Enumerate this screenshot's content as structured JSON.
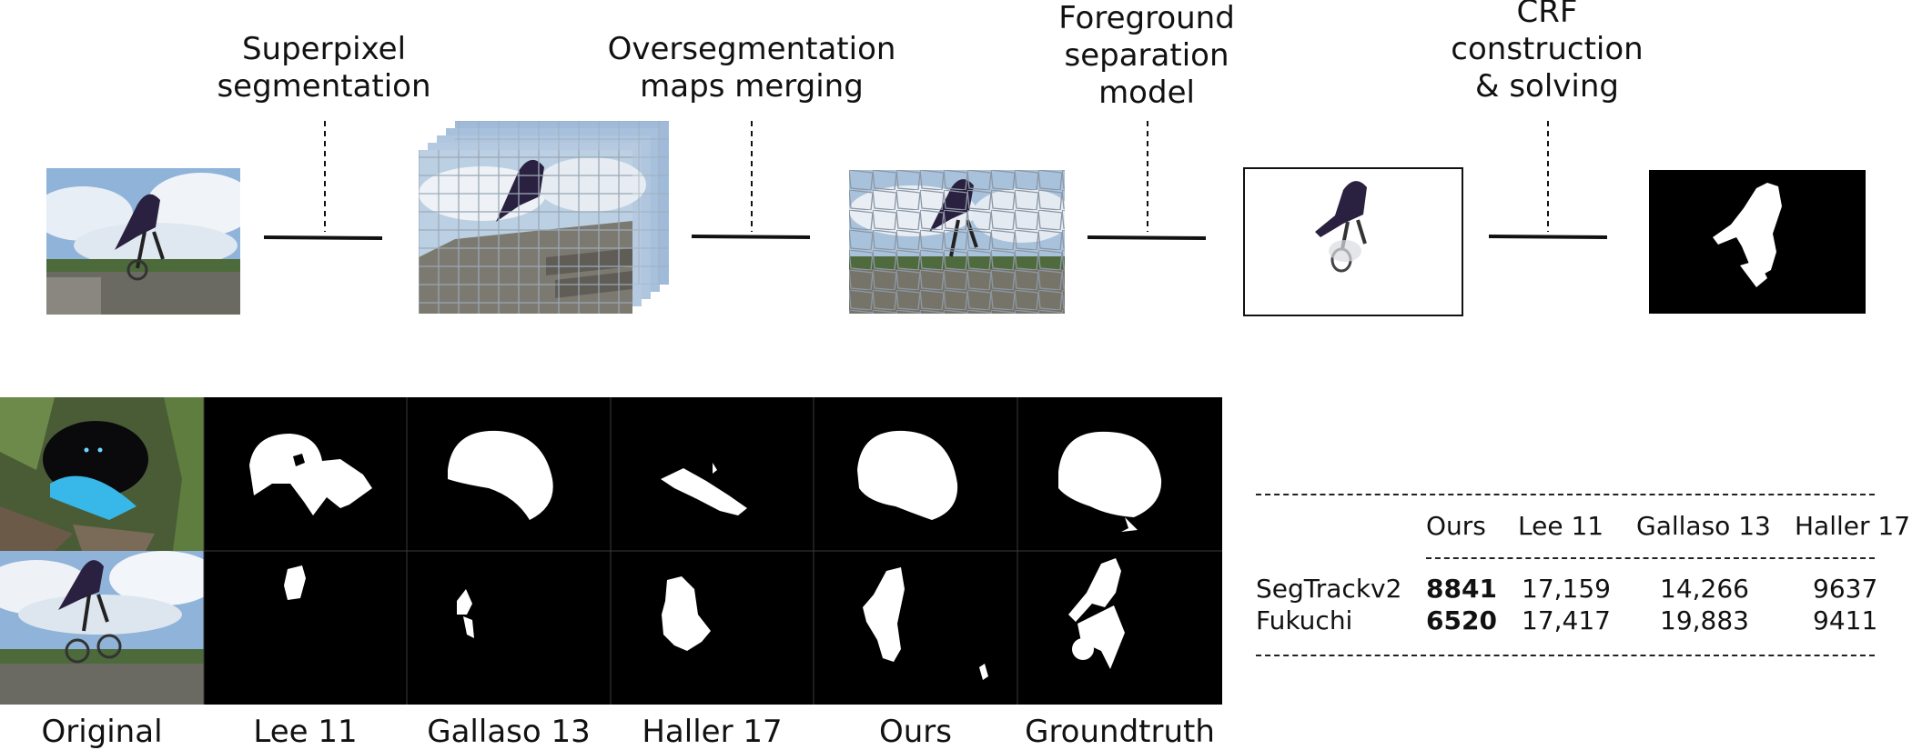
{
  "pipeline": {
    "stages": [
      {
        "line1": "Superpixel",
        "line2": "segmentation"
      },
      {
        "line1": "Oversegmentation",
        "line2": "maps merging"
      },
      {
        "line1": "Foreground",
        "line2": "separation",
        "line3": "model"
      },
      {
        "line1": "CRF",
        "line2": "construction",
        "line3": "& solving"
      }
    ]
  },
  "comparison": {
    "columns": [
      "Original",
      "Lee 11",
      "Gallaso 13",
      "Haller 17",
      "Ours",
      "Groundtruth"
    ]
  },
  "table": {
    "headers": [
      "Ours",
      "Lee 11",
      "Gallaso 13",
      "Haller 17"
    ],
    "rows": [
      {
        "dataset": "SegTrackv2",
        "values": [
          "8841",
          "17,159",
          "14,266",
          "9637"
        ]
      },
      {
        "dataset": "Fukuchi",
        "values": [
          "6520",
          "17,417",
          "19,883",
          "9411"
        ]
      }
    ]
  },
  "colors": {
    "sky": "#8fb3d9",
    "mask_bg": "#000000",
    "mask_fg": "#ffffff",
    "bird_blue": "#38b8e8"
  }
}
